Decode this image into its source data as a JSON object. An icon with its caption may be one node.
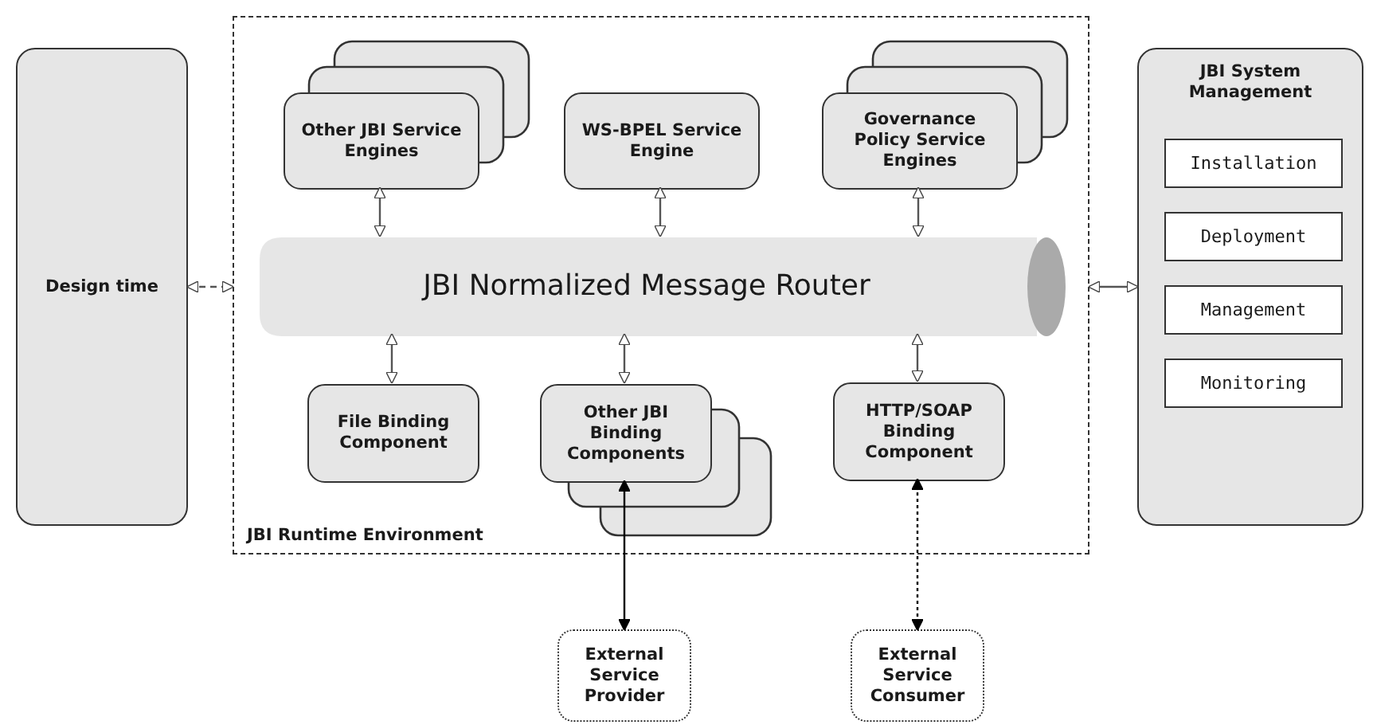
{
  "diagram": {
    "nodes": [
      {
        "text": [
          "Design time"
        ]
      },
      {
        "text": [
          "JBI Runtime Environment"
        ]
      },
      {
        "text": [
          "Other JBI Service Engines"
        ],
        "in": 1
      },
      {
        "text": [
          "WS-BPEL Service Engine"
        ],
        "in": 1
      },
      {
        "text": [
          "Governance Policy Service Engines"
        ],
        "in": 1
      },
      {
        "text": [
          "JBI Normalized Message Router"
        ],
        "in": 1
      },
      {
        "text": [
          "File Binding Component"
        ],
        "in": 1
      },
      {
        "text": [
          "Other JBI Binding Components"
        ],
        "in": 1
      },
      {
        "text": [
          "HTTP/SOAP Binding Component"
        ],
        "in": 1
      },
      {
        "text": [
          "JBI System Management"
        ]
      },
      {
        "text": [
          "Installation"
        ],
        "in": 9
      },
      {
        "text": [
          "Deployment"
        ],
        "in": 9
      },
      {
        "text": [
          "Management"
        ],
        "in": 9
      },
      {
        "text": [
          "Monitoring"
        ],
        "in": 9
      },
      {
        "text": [
          "External Service Provider"
        ]
      },
      {
        "text": [
          "External Service Consumer"
        ]
      }
    ],
    "edges": [
      {
        "from": 0,
        "to": 1,
        "arrow": "both",
        "style": "dashed"
      },
      {
        "from": 2,
        "to": 5,
        "arrow": "both"
      },
      {
        "from": 3,
        "to": 5,
        "arrow": "both"
      },
      {
        "from": 4,
        "to": 5,
        "arrow": "both"
      },
      {
        "from": 5,
        "to": 6,
        "arrow": "both"
      },
      {
        "from": 5,
        "to": 7,
        "arrow": "both"
      },
      {
        "from": 5,
        "to": 8,
        "arrow": "both"
      },
      {
        "from": 1,
        "to": 9,
        "arrow": "both"
      },
      {
        "from": 7,
        "to": 14,
        "arrow": "both",
        "color": "#000000"
      },
      {
        "from": 8,
        "to": 15,
        "arrow": "both",
        "style": "dashed",
        "color": "#000000"
      }
    ]
  }
}
